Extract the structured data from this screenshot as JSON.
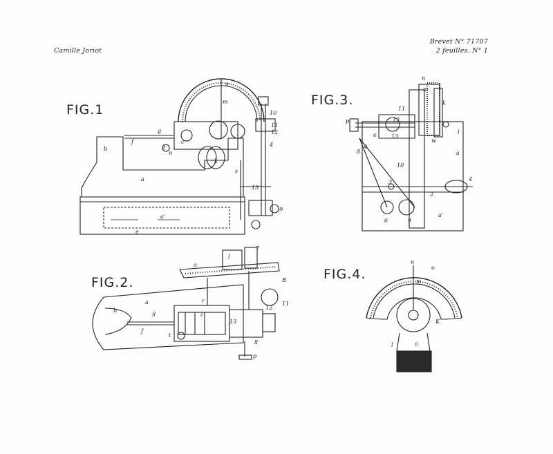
{
  "header": {
    "inventor": "Camille Joriot",
    "patent_number": "Brevet N° 71707",
    "sheet_info": "2 feuilles. N° 1"
  },
  "figures": {
    "fig1": "FIG.1",
    "fig2": "FIG.2.",
    "fig3": "FIG.3.",
    "fig4": "FIG.4."
  },
  "part_labels": {
    "fig1": [
      "b",
      "f",
      "g",
      "t",
      "n",
      "a",
      "c",
      "o",
      "m",
      "s",
      "k",
      "10",
      "11",
      "12",
      "13",
      "4",
      "9",
      "a'",
      "e"
    ],
    "fig2": [
      "a",
      "b",
      "f",
      "g",
      "t",
      "c",
      "l",
      "o",
      "B",
      "7",
      "8",
      "11",
      "12",
      "13",
      "p",
      "r"
    ],
    "fig3": [
      "p",
      "q",
      "e",
      "11",
      "12",
      "13",
      "8",
      "10",
      "4",
      "2",
      "3",
      "6",
      "9",
      "a'",
      "a",
      "l",
      "k",
      "m",
      "n",
      "w"
    ],
    "fig4": [
      "n",
      "o",
      "m",
      "K",
      "l",
      "a"
    ]
  }
}
